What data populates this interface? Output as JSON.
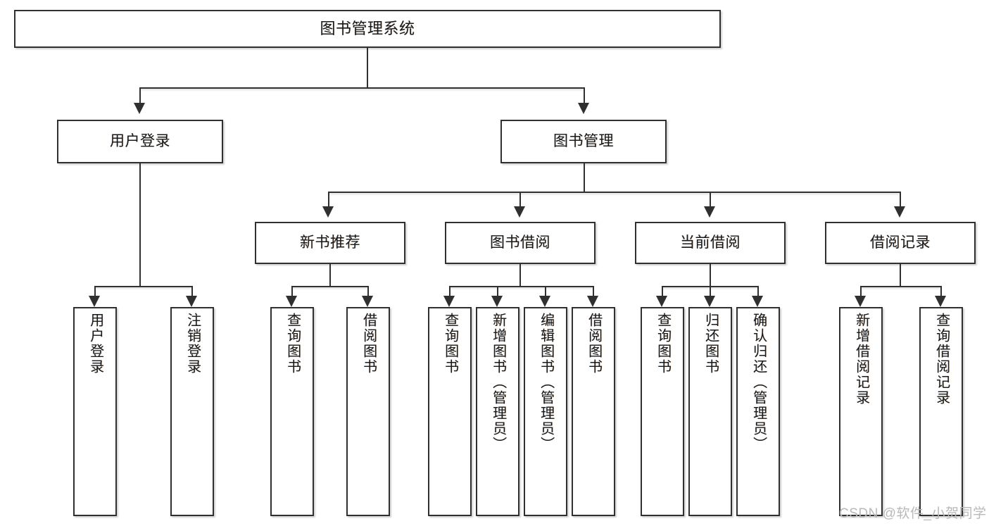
{
  "diagram": {
    "title": "图书管理系统",
    "type": "hierarchy-tree",
    "level1": {
      "label": "图书管理系统"
    },
    "level2": [
      {
        "label": "用户登录"
      },
      {
        "label": "图书管理"
      }
    ],
    "level3": [
      {
        "label": "新书推荐"
      },
      {
        "label": "图书借阅"
      },
      {
        "label": "当前借阅"
      },
      {
        "label": "借阅记录"
      }
    ],
    "leaves": {
      "user_login": [
        {
          "label": "用户登录"
        },
        {
          "label": "注销登录"
        }
      ],
      "new_book_recommend": [
        {
          "label": "查询图书"
        },
        {
          "label": "借阅图书"
        }
      ],
      "book_borrow": [
        {
          "label": "查询图书"
        },
        {
          "label": "新增图书（管理员）"
        },
        {
          "label": "编辑图书（管理员）"
        },
        {
          "label": "借阅图书"
        }
      ],
      "current_borrow": [
        {
          "label": "查询图书"
        },
        {
          "label": "归还图书"
        },
        {
          "label": "确认归还（管理员）"
        }
      ],
      "borrow_record": [
        {
          "label": "新增借阅记录"
        },
        {
          "label": "查询借阅记录"
        }
      ]
    }
  },
  "watermark": {
    "text": "CSDN @软件_小贺同学"
  },
  "colors": {
    "stroke": "#303030",
    "fill": "#ffffff",
    "watermark": "#b9b9b9"
  }
}
